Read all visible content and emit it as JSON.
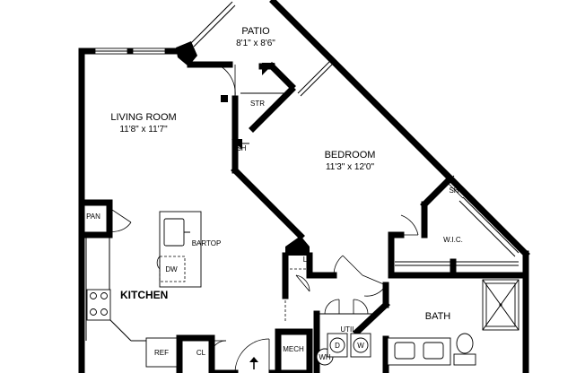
{
  "rooms": {
    "patio": {
      "name": "PATIO",
      "dims": "8'1\" x 8'6\""
    },
    "living": {
      "name": "LIVING ROOM",
      "dims": "11'8\" x 11'7\""
    },
    "bedroom": {
      "name": "BEDROOM",
      "dims": "11'3\" x 12'0\""
    },
    "kitchen": {
      "name": "KITCHEN"
    },
    "bath": {
      "name": "BATH"
    }
  },
  "labels": {
    "str": "STR",
    "sh_left": "SH",
    "sh_right": "SH",
    "wic": "W.I.C.",
    "pan": "PAN",
    "bartop": "BARTOP",
    "dw": "DW",
    "l": "L",
    "util": "UTIL",
    "d": "D",
    "w": "W",
    "wh": "WH",
    "mech": "MECH",
    "ref": "REF",
    "cl": "CL"
  },
  "icons": {
    "entry": "entry-arrow-icon"
  }
}
